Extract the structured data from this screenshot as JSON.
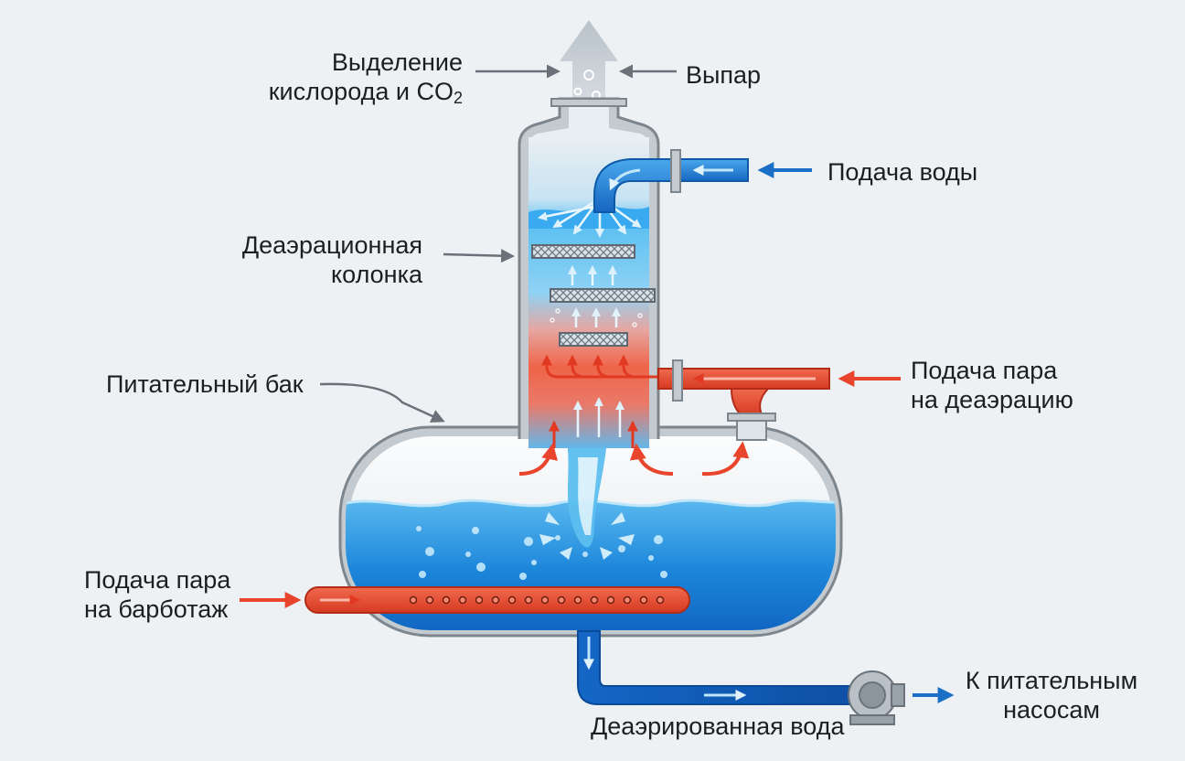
{
  "labels": {
    "oxygen_release_line1": "Выделение",
    "oxygen_release_line2": "кислорода и CO",
    "oxygen_release_sub": "2",
    "vapor": "Выпар",
    "water_supply": "Подача воды",
    "column_line1": "Деаэрационная",
    "column_line2": "колонка",
    "feed_tank": "Питательный бак",
    "steam_deaeration_line1": "Подача пара",
    "steam_deaeration_line2": "на деаэрацию",
    "steam_bubbling_line1": "Подача пара",
    "steam_bubbling_line2": "на барботаж",
    "deaerated_water": "Деаэрированная вода",
    "to_pumps_line1": "К питательным",
    "to_pumps_line2": "насосам"
  },
  "colors": {
    "background": "#eef1f3",
    "water_light": "#8fd2f4",
    "water_dark": "#0f69c4",
    "steam": "#e8452c",
    "steam_light": "#f58a6e",
    "vessel_stroke": "#7d858d",
    "vessel_fill": "#f4f6f8",
    "arrow_gray": "#6b7178",
    "arrow_blue": "#1c6fc6",
    "label_text": "#1b1f23"
  }
}
